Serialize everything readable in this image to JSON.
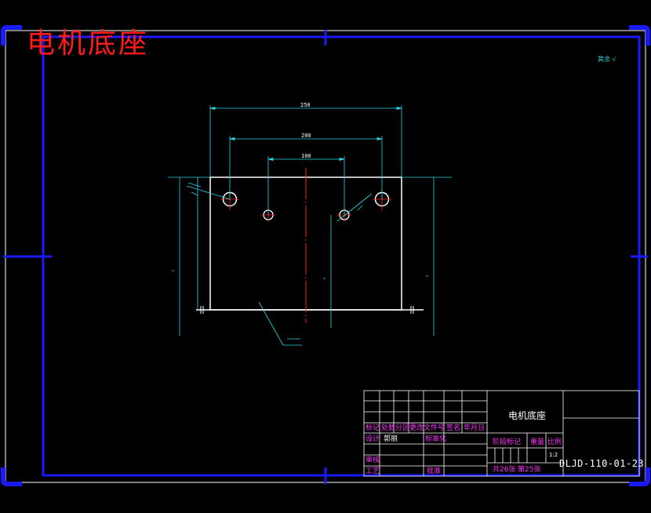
{
  "title": "电机底座",
  "roughness_symbol": "其余 √",
  "dimensions": {
    "width_overall": "250",
    "hole_spacing_outer": "200",
    "hole_spacing_inner": "100"
  },
  "title_block": {
    "part_name": "电机底座",
    "drawing_number": "DLJD-110-01-23",
    "scale": "1:2",
    "sheet_total": "共26张",
    "sheet_no": "第25张",
    "header_row": [
      "标记",
      "处数",
      "分区",
      "更改文件号",
      "签名",
      "年月日"
    ],
    "design_label": "设计",
    "designer": "郭丽",
    "standardize_label": "标准化",
    "review_label": "审核",
    "process_label": "工艺",
    "approve_label": "批准",
    "stage_mark_label": "阶段标记",
    "weight_label": "重量",
    "scale_label": "比例"
  },
  "colors": {
    "background": "#000000",
    "frame": "#ffffff",
    "border_blue": "#1a1aff",
    "title_red": "#ff1a1a",
    "dimension_cyan": "#29d6e6",
    "centerline_red": "#ff2020",
    "titleblock_magenta": "#ff33ff"
  }
}
